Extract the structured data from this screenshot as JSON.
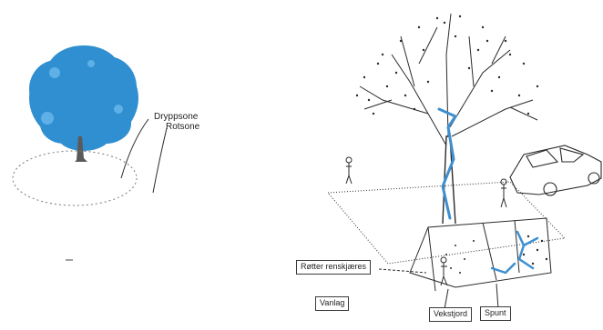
{
  "left_figure": {
    "labels": {
      "drip_zone": "Dryppsone",
      "root_zone": "Rotsone"
    }
  },
  "right_figure": {
    "labels": {
      "roots_cut": "Røtter renskjæres",
      "grow_bed": "Vekstjord",
      "sheet_pile": "Spunt",
      "vertical_box": "Vanlag"
    }
  },
  "colors": {
    "canopy": "#2f8fd0",
    "canopy_light": "#5fb0e6",
    "line": "#2a2a2a",
    "blue_accent": "#3d8fd0"
  }
}
